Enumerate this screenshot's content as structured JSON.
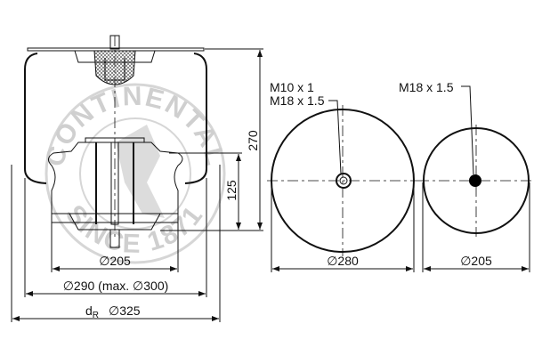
{
  "watermark": {
    "top": "CONTINENTAL",
    "bottom": "SINCE 1871"
  },
  "dimensions": {
    "height_total": "270",
    "height_piston": "125",
    "piston_dia": "∅205",
    "bellow_dia": "∅290 (max. ∅300)",
    "dr_label": "d",
    "dr_sub": "R",
    "dr_dia": "∅325",
    "top_plate_dia": "∅280",
    "bottom_dia": "∅205"
  },
  "threads": {
    "top_line1": "M10 x 1",
    "top_line2": "M18 x 1.5",
    "bottom": "M18 x 1.5"
  }
}
